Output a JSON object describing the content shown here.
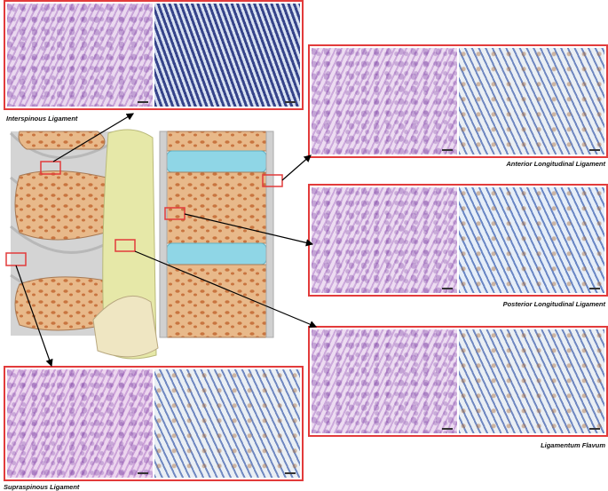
{
  "labels": {
    "interspinous": "Interspinous Ligament",
    "anterior_longitudinal": "Anterior Longitudinal Ligament",
    "posterior_longitudinal": "Posterior Longitudinal Ligament",
    "ligamentum_flavum": "Ligamentum Flavum",
    "supraspinous": "Supraspinous Ligament"
  },
  "colors": {
    "highlight_box": "#e23b3b",
    "he_stain": "#c79bd6",
    "masson_stain": "#3d5fb0",
    "vertebral_bone": "#e8b98a",
    "intervertebral_disc": "#8fd6e6",
    "ligament_flavum": "#e6e8a8"
  },
  "icons": {
    "arrow": "arrow-icon",
    "region_marker": "red-rectangle-marker"
  }
}
